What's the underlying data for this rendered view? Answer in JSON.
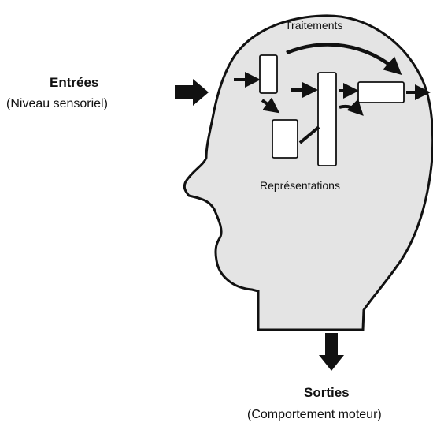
{
  "labels": {
    "inputs_title": "Entrées",
    "inputs_subtitle": "(Niveau sensoriel)",
    "processing": "Traitements",
    "representations": "Représentations",
    "outputs_title": "Sorties",
    "outputs_subtitle": "(Comportement moteur)"
  },
  "colors": {
    "head_fill": "#e4e4e4",
    "stroke": "#111111",
    "box_fill": "#ffffff",
    "arrow": "#111111"
  },
  "icons": {
    "input_arrow": "thick-right-arrow-icon",
    "output_arrow": "thick-down-arrow-icon"
  }
}
